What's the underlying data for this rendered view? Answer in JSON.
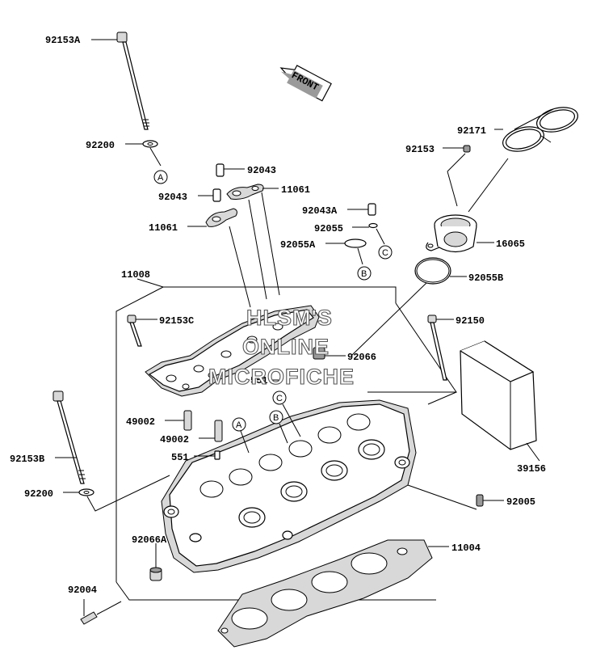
{
  "parts": {
    "p92153A": "92153A",
    "p92200_top": "92200",
    "p92043_a": "92043",
    "p92043_b": "92043",
    "p11061_a": "11061",
    "p11061_b": "11061",
    "p92043A": "92043A",
    "p92055": "92055",
    "p92055A": "92055A",
    "p92171": "92171",
    "p92153": "92153",
    "p16065": "16065",
    "p92055B": "92055B",
    "p11008": "11008",
    "p92153C": "92153C",
    "p92150": "92150",
    "p92066": "92066",
    "p551_a": "551",
    "p551_b": "551",
    "p49002_a": "49002",
    "p49002_b": "49002",
    "p92153B": "92153B",
    "p92200_bottom": "92200",
    "p39156": "39156",
    "p92005": "92005",
    "p92066A": "92066A",
    "p11004": "11004",
    "p92004": "92004"
  },
  "refs": {
    "a1": "A",
    "a2": "A",
    "b1": "B",
    "b2": "B",
    "c1": "C",
    "c2": "C"
  },
  "front_arrow": "FRONT",
  "watermark": [
    "HLSM'S",
    "ONLINE",
    "MICROFICHE"
  ]
}
